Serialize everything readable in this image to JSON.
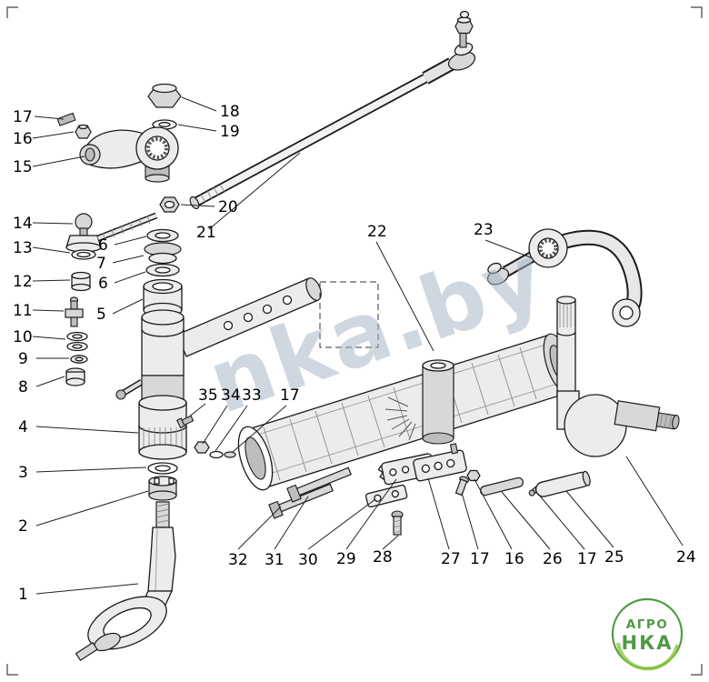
{
  "watermark": {
    "text": "nka.by"
  },
  "logo": {
    "top": "АГРО",
    "bottom": "НКА"
  },
  "colors": {
    "watermark": "#9fb0c4",
    "logo_green": "#4f9a45",
    "logo_light_green": "#8dc63f",
    "ink": "#1a1a1a"
  },
  "callouts": [
    {
      "id": "left-17",
      "label": "17"
    },
    {
      "id": "left-16",
      "label": "16"
    },
    {
      "id": "left-15",
      "label": "15"
    },
    {
      "id": "left-14",
      "label": "14"
    },
    {
      "id": "left-13",
      "label": "13"
    },
    {
      "id": "left-12",
      "label": "12"
    },
    {
      "id": "left-11",
      "label": "11"
    },
    {
      "id": "left-10",
      "label": "10"
    },
    {
      "id": "left-9",
      "label": "9"
    },
    {
      "id": "left-8",
      "label": "8"
    },
    {
      "id": "left-4",
      "label": "4"
    },
    {
      "id": "left-3",
      "label": "3"
    },
    {
      "id": "left-2",
      "label": "2"
    },
    {
      "id": "left-1",
      "label": "1"
    },
    {
      "id": "top-18",
      "label": "18"
    },
    {
      "id": "top-19",
      "label": "19"
    },
    {
      "id": "top-20",
      "label": "20"
    },
    {
      "id": "top-21",
      "label": "21"
    },
    {
      "id": "stack-6a",
      "label": "6"
    },
    {
      "id": "stack-7",
      "label": "7"
    },
    {
      "id": "stack-6b",
      "label": "6"
    },
    {
      "id": "stack-5",
      "label": "5"
    },
    {
      "id": "mid-22",
      "label": "22"
    },
    {
      "id": "mid-23",
      "label": "23"
    },
    {
      "id": "mid-35",
      "label": "35"
    },
    {
      "id": "mid-34",
      "label": "34"
    },
    {
      "id": "mid-33",
      "label": "33"
    },
    {
      "id": "mid-17",
      "label": "17"
    },
    {
      "id": "bot-32",
      "label": "32"
    },
    {
      "id": "bot-31",
      "label": "31"
    },
    {
      "id": "bot-30",
      "label": "30"
    },
    {
      "id": "bot-29",
      "label": "29"
    },
    {
      "id": "bot-28",
      "label": "28"
    },
    {
      "id": "bot-27",
      "label": "27"
    },
    {
      "id": "bot-17a",
      "label": "17"
    },
    {
      "id": "bot-16",
      "label": "16"
    },
    {
      "id": "bot-26",
      "label": "26"
    },
    {
      "id": "bot-17b",
      "label": "17"
    },
    {
      "id": "bot-25",
      "label": "25"
    },
    {
      "id": "bot-24",
      "label": "24"
    }
  ]
}
